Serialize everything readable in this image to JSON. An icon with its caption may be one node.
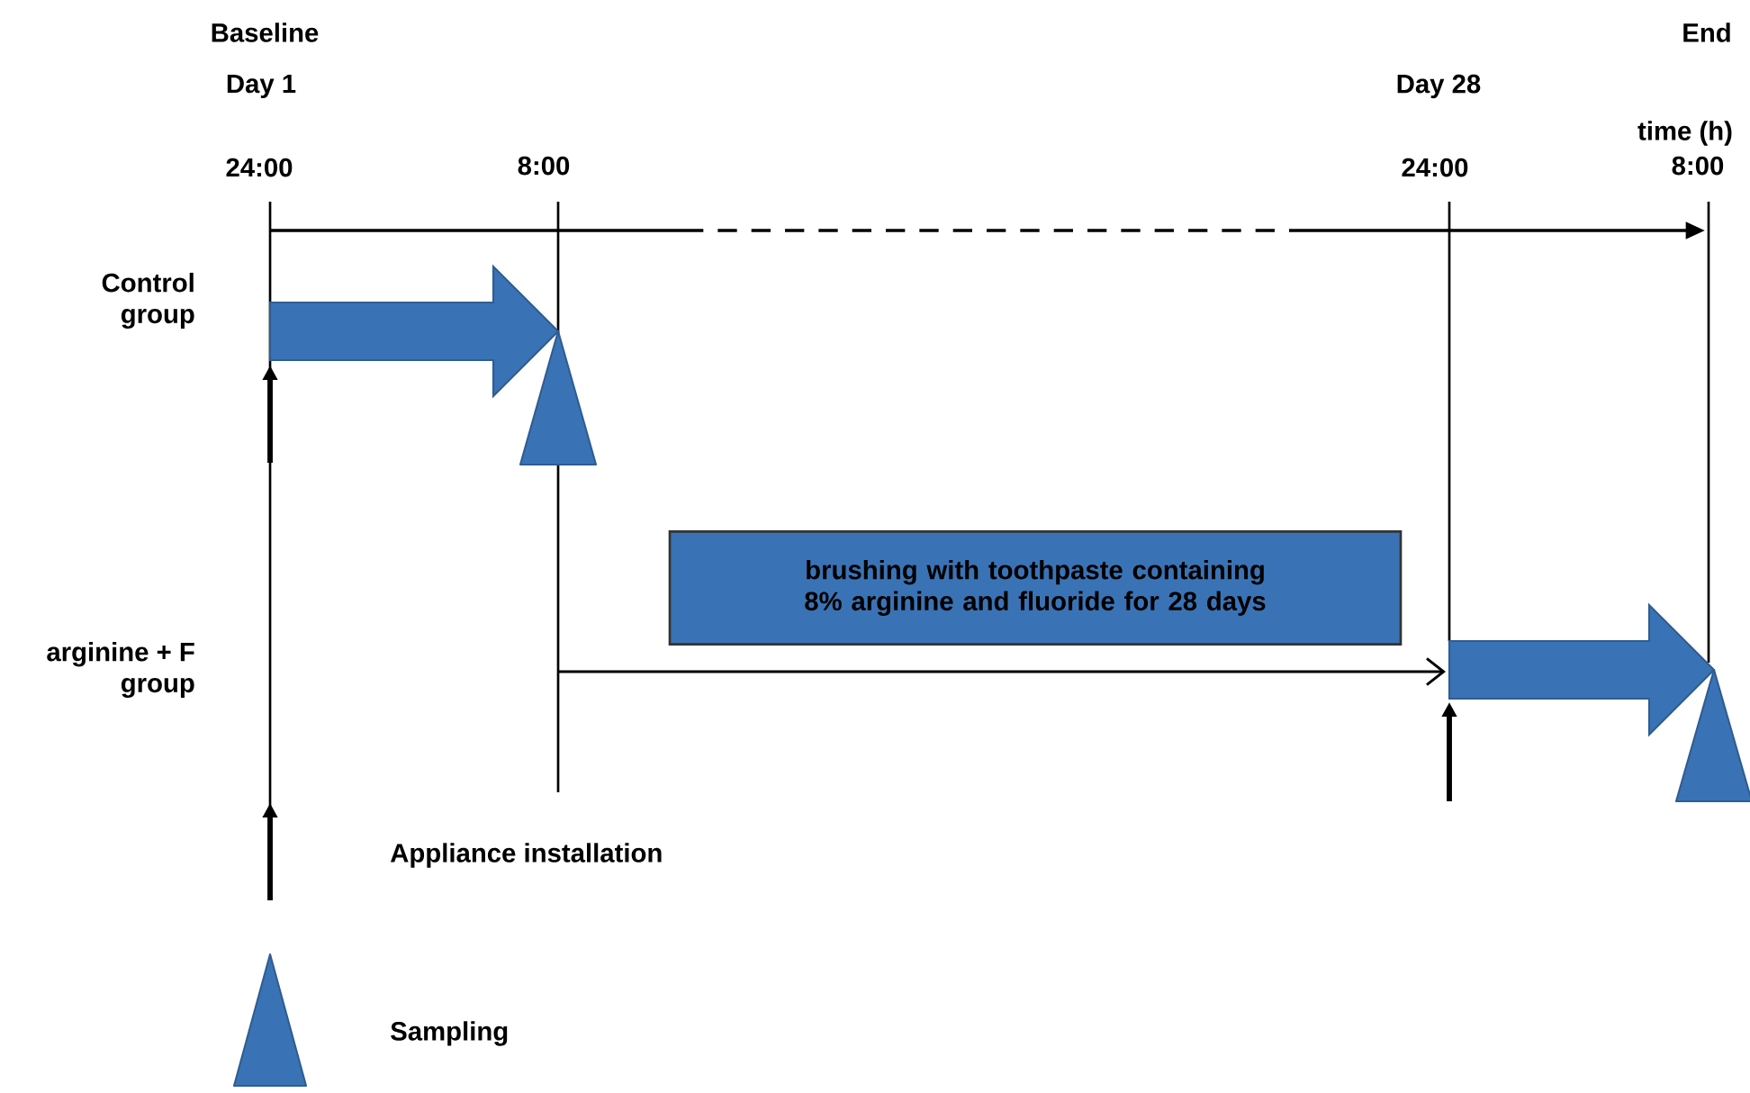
{
  "diagram": {
    "nodes": [
      {
        "text": [
          "brushing with toothpaste containing 8% arginine and fluoride for 28 days"
        ]
      },
      {
        "text": [],
        "shape": "triangle"
      },
      {
        "text": [],
        "shape": "triangle"
      }
    ],
    "edges": [
      {
        "from": null,
        "to": 1,
        "arrow": "to"
      },
      {
        "from": null,
        "to": 2,
        "arrow": "to"
      }
    ],
    "labels": [
      "Baseline",
      "End",
      "Day 1",
      "Day 28",
      "time (h)",
      "24:00",
      "8:00",
      "24:00",
      "8:00",
      "Control group",
      "arginine + F group"
    ],
    "legend": [
      {
        "text": "Appliance installation"
      },
      {
        "text": "Sampling"
      }
    ]
  }
}
